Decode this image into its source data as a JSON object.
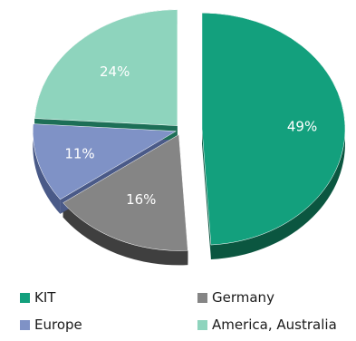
{
  "chart_data": {
    "type": "pie",
    "title": "",
    "exploded": true,
    "three_d": true,
    "legend_position": "bottom",
    "slices": [
      {
        "name": "KIT",
        "value": 49,
        "label": "49%",
        "color": "#13a07d",
        "side_color": "#0b5640"
      },
      {
        "name": "Germany",
        "value": 16,
        "label": "16%",
        "color": "#858585",
        "side_color": "#3f3f3f"
      },
      {
        "name": "Europe",
        "value": 11,
        "label": "11%",
        "color": "#7f92c6",
        "side_color": "#4a5a88"
      },
      {
        "name": "America, Australia",
        "value": 24,
        "label": "24%",
        "color": "#8ed4bd",
        "side_color": "#1d6f57"
      }
    ]
  }
}
